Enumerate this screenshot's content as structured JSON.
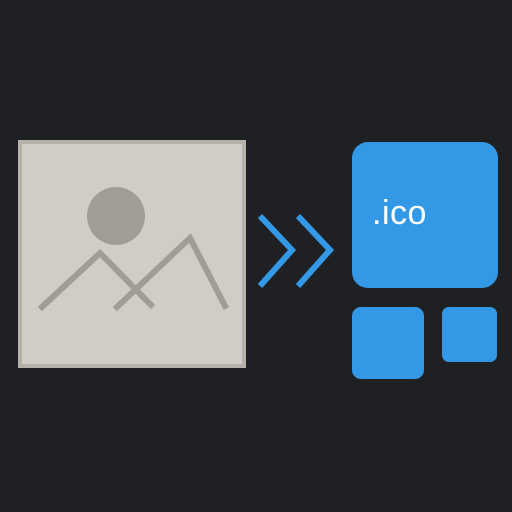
{
  "source_image": {
    "icon": "image-placeholder-icon",
    "background_color": "#d0cdc7",
    "border_color": "#b6b2aa",
    "mark_color": "#a19c94"
  },
  "conversion_arrow": {
    "icon": "double-chevron-right-icon",
    "color": "#3399e6"
  },
  "output_icons": {
    "label": ".ico",
    "color": "#3399e6",
    "tiles": [
      "large-icon-tile",
      "medium-icon-tile",
      "small-icon-tile"
    ]
  },
  "background_color": "#1f2023"
}
